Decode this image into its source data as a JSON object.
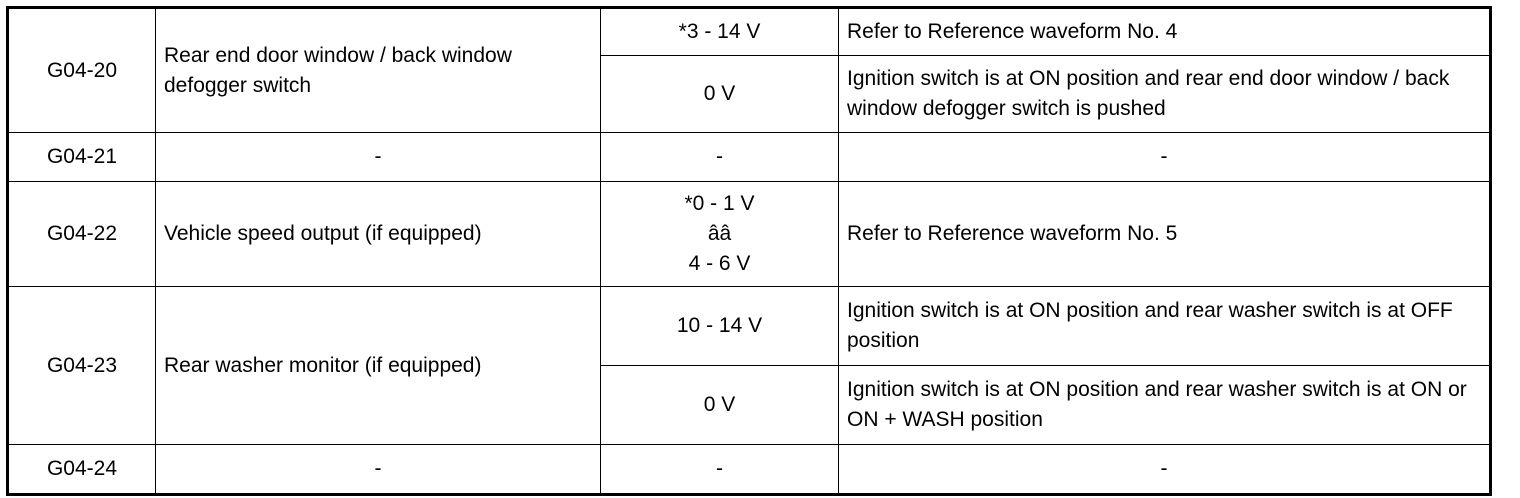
{
  "rows": [
    {
      "terminal": "G04-20",
      "description": "Rear end door window / back window defogger switch",
      "values": [
        {
          "voltage": "*3 - 14 V",
          "condition": "Refer to Reference waveform No. 4"
        },
        {
          "voltage": "0 V",
          "condition": "Ignition switch is at ON position and rear end door window / back window defogger switch is pushed"
        }
      ]
    },
    {
      "terminal": "G04-21",
      "description": "-",
      "values": [
        {
          "voltage": "-",
          "condition": "-"
        }
      ]
    },
    {
      "terminal": "G04-22",
      "description": "Vehicle speed output (if equipped)",
      "values": [
        {
          "voltage_lines": [
            "*0 - 1 V",
            "ââ",
            "4 - 6 V"
          ],
          "condition": "Refer to Reference waveform No. 5"
        }
      ]
    },
    {
      "terminal": "G04-23",
      "description": "Rear washer monitor (if equipped)",
      "values": [
        {
          "voltage": "10 - 14 V",
          "condition": "Ignition switch is at ON position and rear washer switch is at OFF position"
        },
        {
          "voltage": "0 V",
          "condition": "Ignition switch is at ON position and rear washer switch is at ON or ON + WASH position"
        }
      ]
    },
    {
      "terminal": "G04-24",
      "description": "-",
      "values": [
        {
          "voltage": "-",
          "condition": "-"
        }
      ]
    }
  ]
}
